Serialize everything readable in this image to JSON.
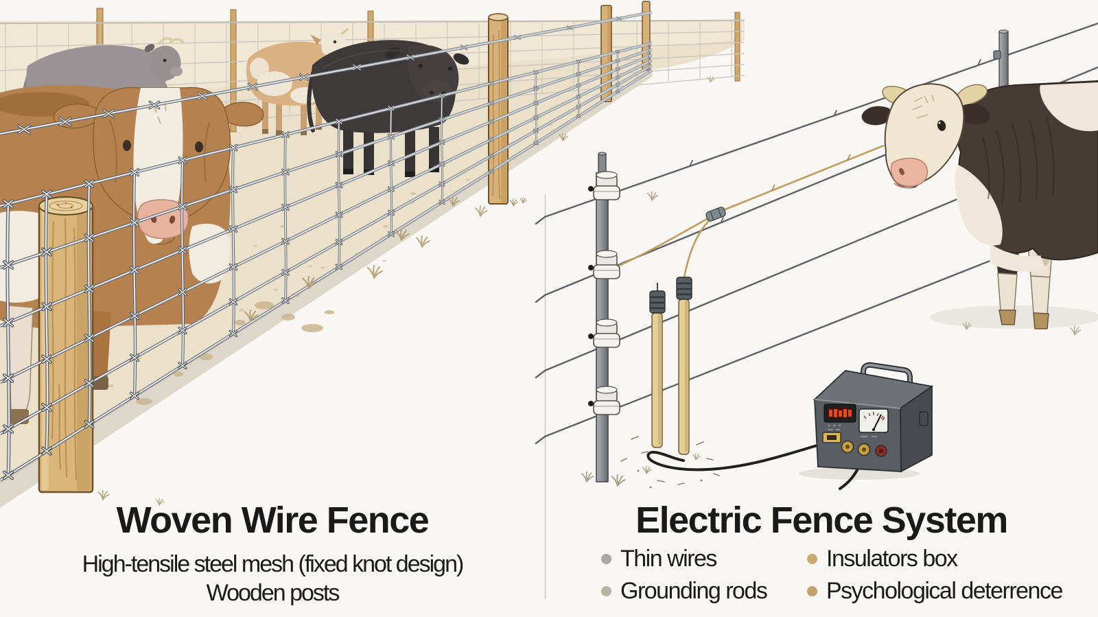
{
  "left_panel": {
    "title": "Woven Wire Fence",
    "subtitle_lines": [
      "High-tensile steel mesh (fixed knot design)",
      "Wooden posts"
    ]
  },
  "right_panel": {
    "title": "Electric Fence System",
    "bullets": [
      {
        "label": "Thin wires",
        "color": "#a7a7a3"
      },
      {
        "label": "Grounding rods",
        "color": "#b4b4a4"
      },
      {
        "label": "Insulators box",
        "color": "#c9aa70"
      },
      {
        "label": "Psychological deterrence",
        "color": "#bfa26c"
      }
    ]
  },
  "colors": {
    "background": "#f8f7f4",
    "divider": "#cfccc6",
    "text": "#1a1a1a"
  }
}
